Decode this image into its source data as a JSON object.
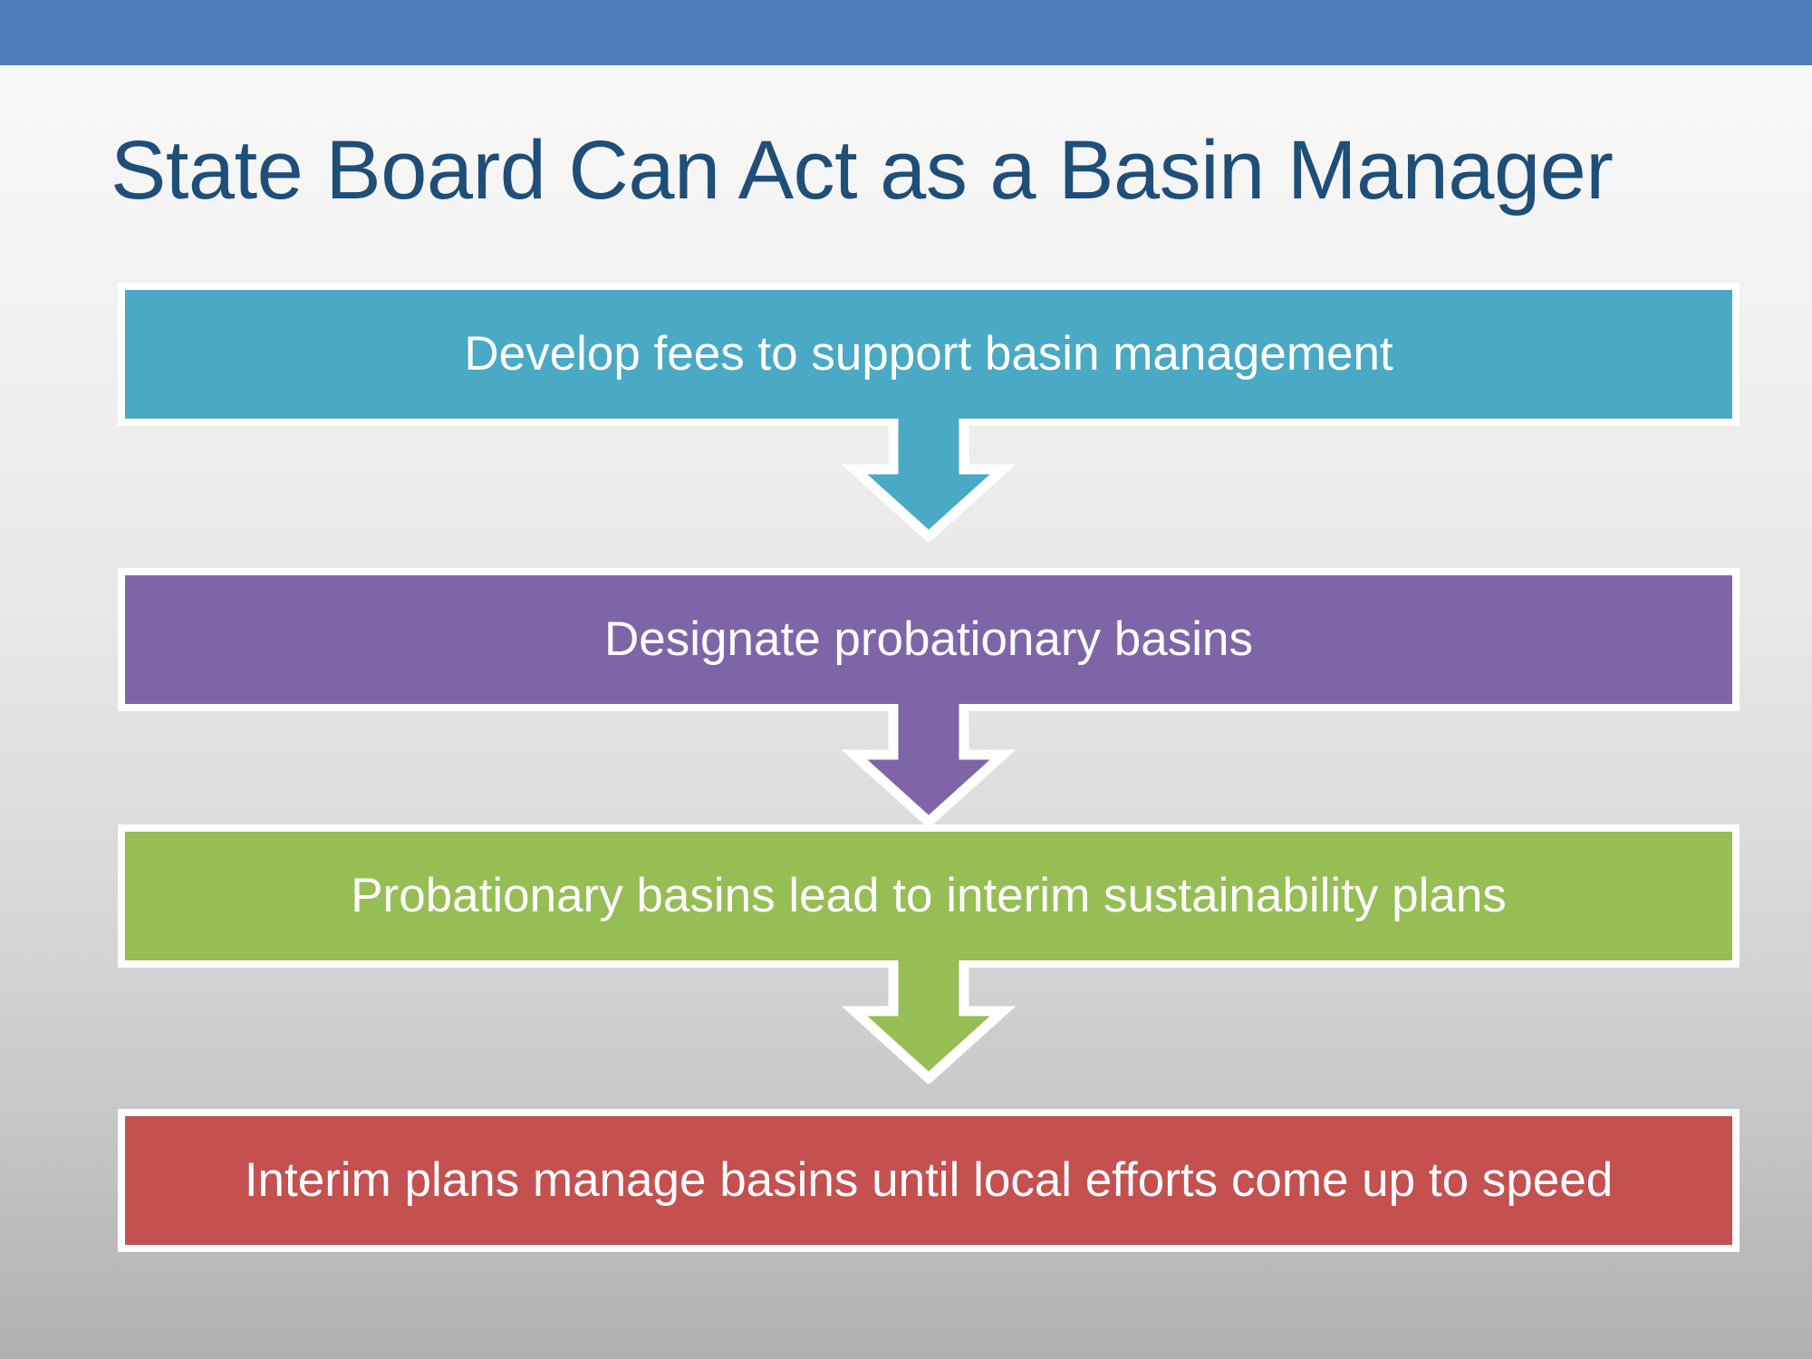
{
  "slide": {
    "title": "State Board Can Act as a Basin Manager",
    "top_band_color": "#4f7cbd",
    "title_color": "#1f4e79",
    "background": "vertical gradient white to grey"
  },
  "flow": {
    "type": "vertical-process-chevron",
    "arrow_color": "inherit-from-step-above",
    "connector_border_color": "#ffffff",
    "steps": [
      {
        "index": 1,
        "label": "Develop fees to support basin management",
        "color": "#4aa9c4",
        "text_color": "#ffffff",
        "has_arrow_below": true
      },
      {
        "index": 2,
        "label": "Designate probationary basins",
        "color": "#7e65a8",
        "text_color": "#ffffff",
        "has_arrow_below": true
      },
      {
        "index": 3,
        "label": "Probationary basins lead to interim sustainability plans",
        "color": "#97bd55",
        "text_color": "#ffffff",
        "has_arrow_below": true
      },
      {
        "index": 4,
        "label": "Interim plans manage basins until local efforts come up to speed",
        "color": "#c45050",
        "text_color": "#ffffff",
        "has_arrow_below": false
      }
    ]
  }
}
